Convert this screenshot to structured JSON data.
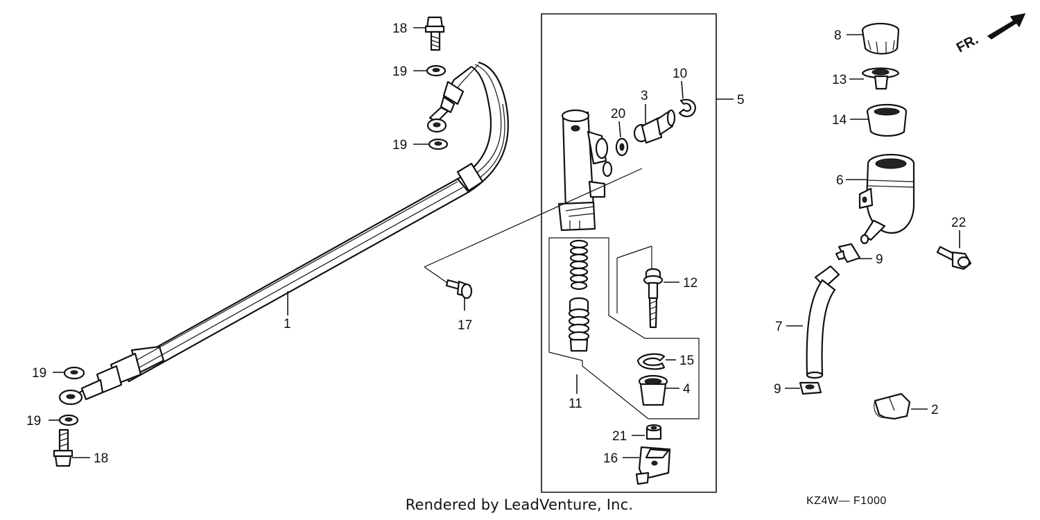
{
  "diagram": {
    "front_marker": "FR.",
    "credit": "Rendered by LeadVenture, Inc.",
    "code": "KZ4W— F1000",
    "callouts": [
      {
        "id": "c1",
        "text": "1"
      },
      {
        "id": "c2",
        "text": "2"
      },
      {
        "id": "c3",
        "text": "3"
      },
      {
        "id": "c4",
        "text": "4"
      },
      {
        "id": "c5",
        "text": "5"
      },
      {
        "id": "c6",
        "text": "6"
      },
      {
        "id": "c7",
        "text": "7"
      },
      {
        "id": "c8",
        "text": "8"
      },
      {
        "id": "c9a",
        "text": "9"
      },
      {
        "id": "c9b",
        "text": "9"
      },
      {
        "id": "c10",
        "text": "10"
      },
      {
        "id": "c11",
        "text": "11"
      },
      {
        "id": "c12",
        "text": "12"
      },
      {
        "id": "c13",
        "text": "13"
      },
      {
        "id": "c14",
        "text": "14"
      },
      {
        "id": "c15",
        "text": "15"
      },
      {
        "id": "c16",
        "text": "16"
      },
      {
        "id": "c17",
        "text": "17"
      },
      {
        "id": "c18a",
        "text": "18"
      },
      {
        "id": "c18b",
        "text": "18"
      },
      {
        "id": "c19a",
        "text": "19"
      },
      {
        "id": "c19b",
        "text": "19"
      },
      {
        "id": "c19c",
        "text": "19"
      },
      {
        "id": "c19d",
        "text": "19"
      },
      {
        "id": "c20",
        "text": "20"
      },
      {
        "id": "c21",
        "text": "21"
      },
      {
        "id": "c22",
        "text": "22"
      }
    ]
  }
}
